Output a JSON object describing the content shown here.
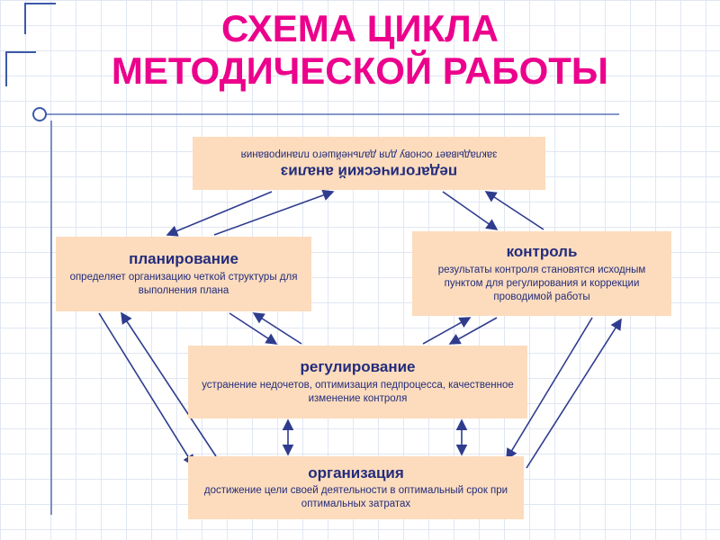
{
  "title": {
    "line1": "СХЕМА ЦИКЛА",
    "line2": "МЕТОДИЧЕСКОЙ РАБОТЫ"
  },
  "colors": {
    "title_text": "#ec018c",
    "box_background": "#fcdcbd",
    "box_text": "#232c7c",
    "arrow": "#2f3c8e",
    "grid_line": "#e0e6f2",
    "decor_line": "#3d5aa8"
  },
  "nodes": {
    "analysis": {
      "title": "педагогический анализ",
      "desc": "закладывает основу для дальнейшего планирования",
      "text_rotated_180": true
    },
    "planning": {
      "title": "планирование",
      "desc": "определяет организацию четкой структуры для выполнения плана"
    },
    "control": {
      "title": "контроль",
      "desc": "результаты контроля становятся исходным пунктом для регулирования и коррекции проводимой работы"
    },
    "regulation": {
      "title": "регулирование",
      "desc": "устранение недочетов, оптимизация педпроцесса, качественное изменение контроля"
    },
    "organization": {
      "title": "организация",
      "desc": "достижение цели своей деятельности в оптимальный срок при оптимальных затратах"
    }
  },
  "edges": [
    {
      "from": "педагогический анализ",
      "to": "планирование",
      "bidirectional": true
    },
    {
      "from": "педагогический анализ",
      "to": "контроль",
      "bidirectional": true
    },
    {
      "from": "планирование",
      "to": "регулирование",
      "bidirectional": true
    },
    {
      "from": "контроль",
      "to": "регулирование",
      "bidirectional": true
    },
    {
      "from": "регулирование",
      "to": "организация",
      "bidirectional": true
    },
    {
      "from": "организация",
      "to": "планирование",
      "bidirectional": true
    },
    {
      "from": "организация",
      "to": "контроль",
      "bidirectional": true
    }
  ]
}
